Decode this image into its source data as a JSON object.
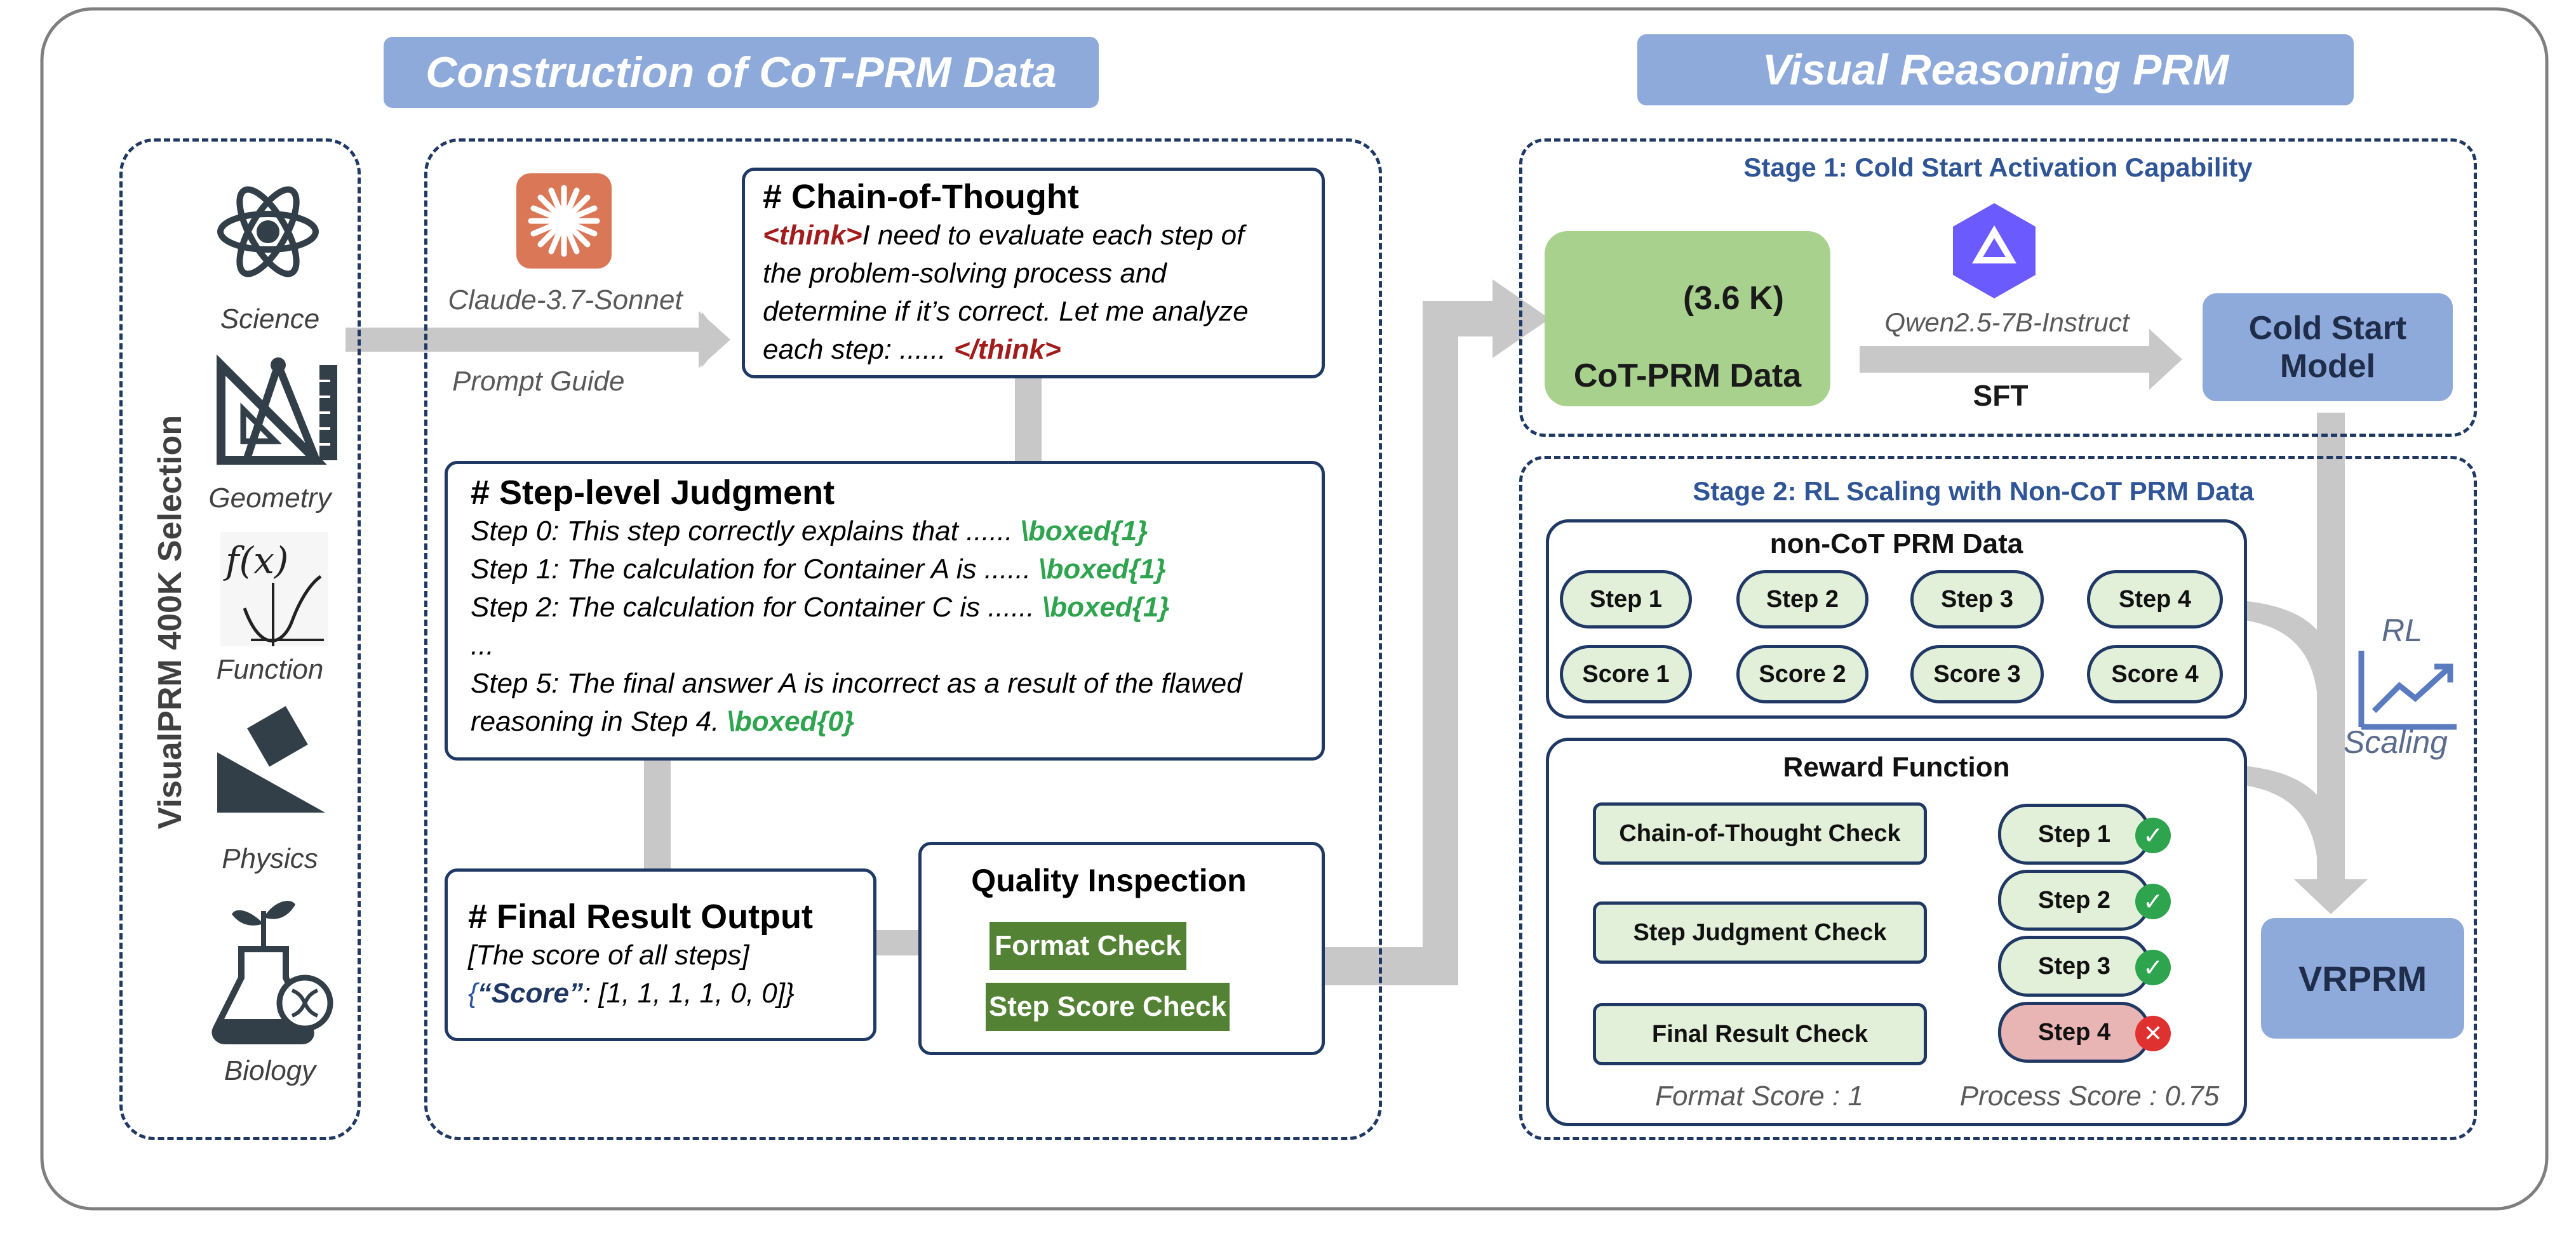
{
  "left_panel": {
    "title": "Construction of CoT-PRM Data",
    "selection_label": "VisualPRM 400K Selection",
    "categories": [
      {
        "label": "Science",
        "icon": "atom-icon"
      },
      {
        "label": "Geometry",
        "icon": "compass-ruler-icon"
      },
      {
        "label": "Function",
        "icon": "function-graph-icon"
      },
      {
        "label": "Physics",
        "icon": "incline-block-icon"
      },
      {
        "label": "Biology",
        "icon": "flask-plant-icon"
      }
    ],
    "claude": {
      "name": "Claude-3.7-Sonnet",
      "prompt_guide": "Prompt Guide",
      "icon": "claude-logo-icon"
    },
    "cot": {
      "heading": "# Chain-of-Thought",
      "think_open": "<think>",
      "line1": "I need to evaluate each step of",
      "line2": "the problem-solving process and",
      "line3": "determine if it’s correct. Let me analyze",
      "line4": "each step: ......",
      "think_close": "</think>"
    },
    "step_judgment": {
      "heading": "# Step-level Judgment",
      "lines": [
        {
          "text": "Step 0: This step correctly explains that ......",
          "boxed": "\\boxed{1}"
        },
        {
          "text": "Step 1: The calculation for Container A is ......",
          "boxed": "\\boxed{1}"
        },
        {
          "text": "Step 2: The calculation for Container C is ......",
          "boxed": "\\boxed{1}"
        },
        {
          "text": "...",
          "boxed": ""
        },
        {
          "text": "Step 5: The final answer A is incorrect as a result of the flawed",
          "boxed": ""
        },
        {
          "text": "reasoning in Step 4.",
          "boxed": "\\boxed{0}"
        }
      ]
    },
    "final_result": {
      "heading": "# Final Result Output",
      "line1": "[The score of all steps]",
      "brace_open": "{",
      "score_key": "“Score”",
      "score_value": ": [1, 1, 1, 1, 0, 0]}"
    },
    "quality": {
      "heading": "Quality Inspection",
      "format_check": "Format Check",
      "step_score_check": "Step Score Check"
    }
  },
  "right_panel": {
    "title": "Visual Reasoning PRM",
    "stage1": {
      "title": "Stage 1: Cold Start Activation Capability",
      "data_count": "(3.6 K)",
      "data_label": "CoT-PRM Data",
      "model_name": "Qwen2.5-7B-Instruct",
      "sft": "SFT",
      "cold_start_line1": "Cold Start",
      "cold_start_line2": "Model"
    },
    "stage2": {
      "title": "Stage 2: RL Scaling with Non-CoT PRM Data",
      "non_cot_title": "non-CoT PRM Data",
      "steps": [
        "Step  1",
        "Step  2",
        "Step  3",
        "Step  4"
      ],
      "scores": [
        "Score 1",
        "Score 2",
        "Score 3",
        "Score 4"
      ],
      "reward_title": "Reward Function",
      "checks": [
        "Chain-of-Thought Check",
        "Step Judgment Check",
        "Final Result  Check"
      ],
      "step_results": [
        {
          "label": "Step 1",
          "status": "correct"
        },
        {
          "label": "Step 2",
          "status": "correct"
        },
        {
          "label": "Step 3",
          "status": "correct"
        },
        {
          "label": "Step 4",
          "status": "incorrect"
        }
      ],
      "format_score": "Format Score : 1",
      "process_score": "Process Score : 0.75"
    },
    "rl_label": "RL",
    "scaling_label": "Scaling",
    "final_model": "VRPRM"
  },
  "colors": {
    "title_bar": "#8eaadb",
    "navy": "#1f3864",
    "light_green": "#a9d18e",
    "pale_green": "#e2efd9",
    "dark_green": "#548235",
    "check_green": "#2ea44f",
    "red": "#e03131",
    "pale_red": "#e8b4b4",
    "arrow_gray": "#c8c8c8",
    "claude_orange": "#d97757",
    "qwen_purple": "#6b5bff"
  }
}
